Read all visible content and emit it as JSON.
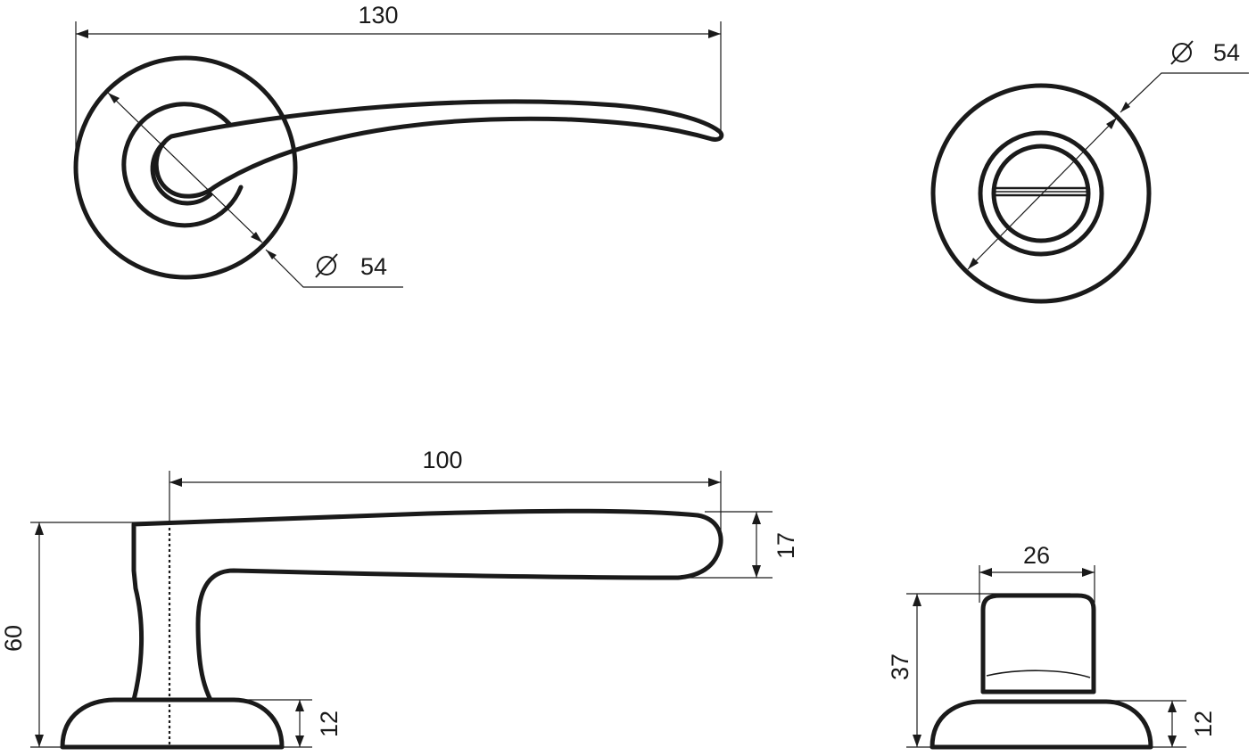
{
  "drawing": {
    "subject": "door-handle-technical-drawing",
    "line_color": "#1a1a1a",
    "background": "#ffffff",
    "dimensions": {
      "handle_length": "130",
      "rosette_diameter_handle": "54",
      "rosette_diameter_turn": "54",
      "lever_length": "100",
      "lever_thickness": "17",
      "total_height": "60",
      "rosette_height_handle": "12",
      "knob_width": "26",
      "turn_height": "37",
      "rosette_height_turn": "12"
    }
  }
}
